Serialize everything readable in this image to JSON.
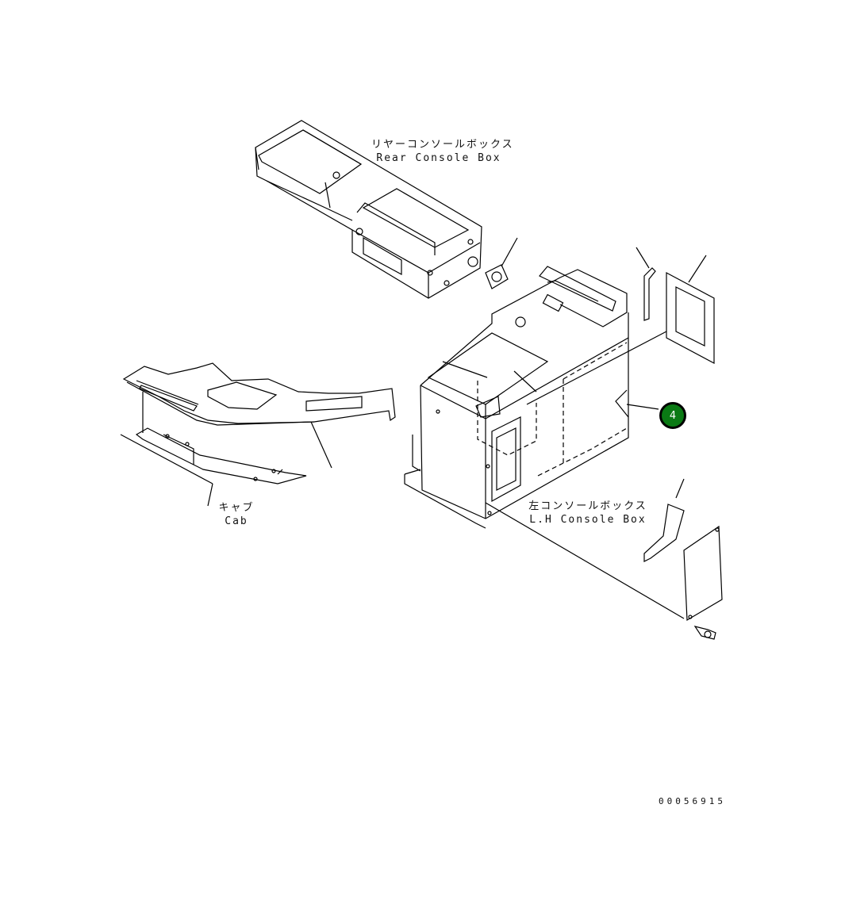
{
  "labels": {
    "rear_console_jp": "リヤーコンソールボックス",
    "rear_console_en": "Rear Console Box",
    "cab_jp": "キャブ",
    "cab_en": "Cab",
    "lh_console_jp": "左コンソールボックス",
    "lh_console_en": "L.H Console Box"
  },
  "callouts": [
    {
      "number": "4",
      "color": "#0a7a14"
    }
  ],
  "document_number": "00056915"
}
